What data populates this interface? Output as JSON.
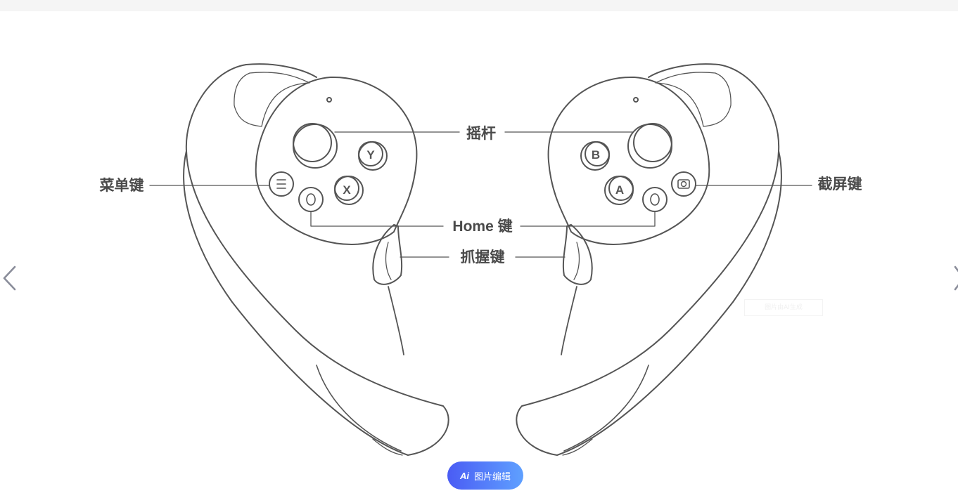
{
  "labels": {
    "joystick": "摇杆",
    "menu_key": "菜单键",
    "screenshot_key": "截屏键",
    "home_key": "Home 键",
    "grip_key": "抓握键"
  },
  "buttons": {
    "y": "Y",
    "x": "X",
    "b": "B",
    "a": "A"
  },
  "ai_button": {
    "icon": "Ai",
    "label": "图片编辑"
  },
  "watermark": "图片由AI生成"
}
